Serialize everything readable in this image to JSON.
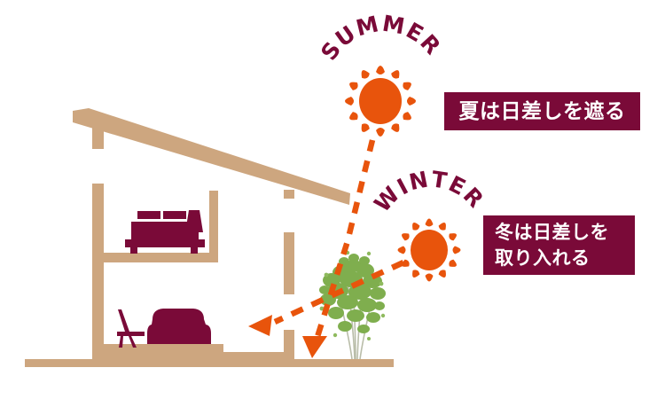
{
  "diagram": {
    "title_summer_arc": "SUMMER",
    "title_winter_arc": "WINTER",
    "summer_callout": "夏は日差しを遮る",
    "winter_callout_line1": "冬は日差しを",
    "winter_callout_line2": "取り入れる",
    "colors": {
      "sun_orange": "#e8540c",
      "callout_maroon": "#7a0a38",
      "house_tan": "#cda67f",
      "furniture_maroon": "#7a0a38",
      "tree_green": "#7fae4e",
      "background": "#ffffff"
    },
    "elements": {
      "sun_summer": "sun-icon",
      "sun_winter": "sun-icon",
      "ray_summer": "dashed-arrow-down",
      "ray_winter": "dashed-arrow-left",
      "house": "house-section-cutaway",
      "tree": "deciduous-tree",
      "bed": "bed",
      "floor_lamp": "floor-lamp",
      "armchair": "armchair",
      "side_chair": "side-chair"
    }
  }
}
